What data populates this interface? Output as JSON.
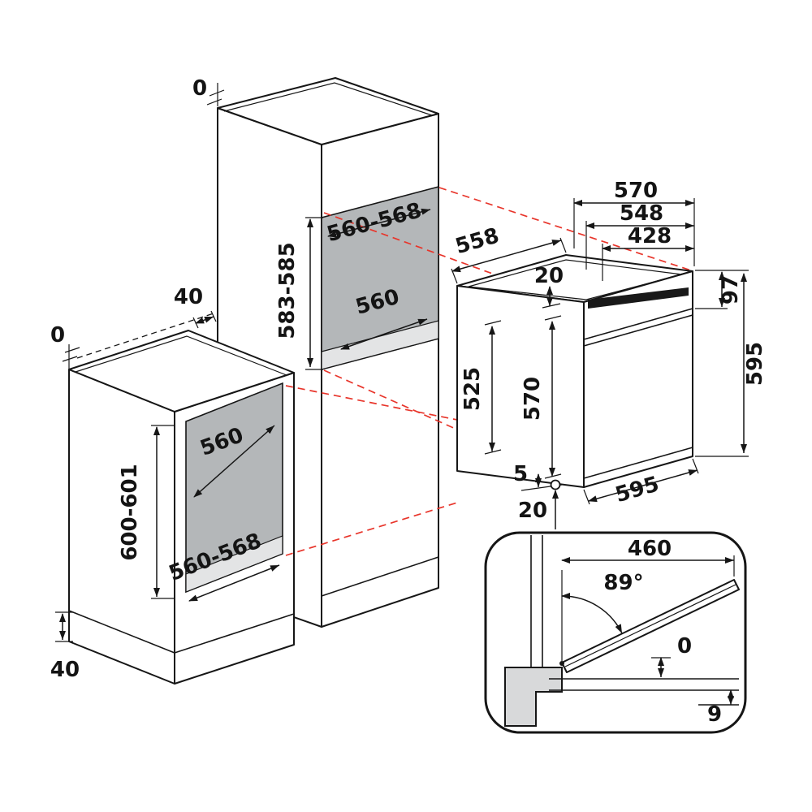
{
  "colors": {
    "line": "#161616",
    "projection_red": "#e8352b",
    "niche_back": "#b4b7b9",
    "niche_floor": "#e3e4e5",
    "section_block": "#d8d9da"
  },
  "base_cabinet": {
    "wall_gap": "0",
    "rear_gap": "40",
    "plinth_recess": "40",
    "niche_depth": "560",
    "niche_height": "600-601",
    "niche_width": "560-568"
  },
  "tall_cabinet": {
    "wall_gap": "0",
    "niche_width": "560-568",
    "niche_height": "583-585",
    "niche_depth": "560"
  },
  "oven": {
    "overall_width": "570",
    "body_width": "548",
    "inner_width": "428",
    "depth": "558",
    "top_recess": "20",
    "fascia_height": "97",
    "overall_height": "595",
    "cavity_height": "525",
    "front_height": "570",
    "rear_foot_gap": "5",
    "front_gap": "20",
    "front_width": "595"
  },
  "door_detail": {
    "door_projection": "460",
    "opening_angle": "89°",
    "worktop_gap": "0",
    "door_drop": "9"
  }
}
